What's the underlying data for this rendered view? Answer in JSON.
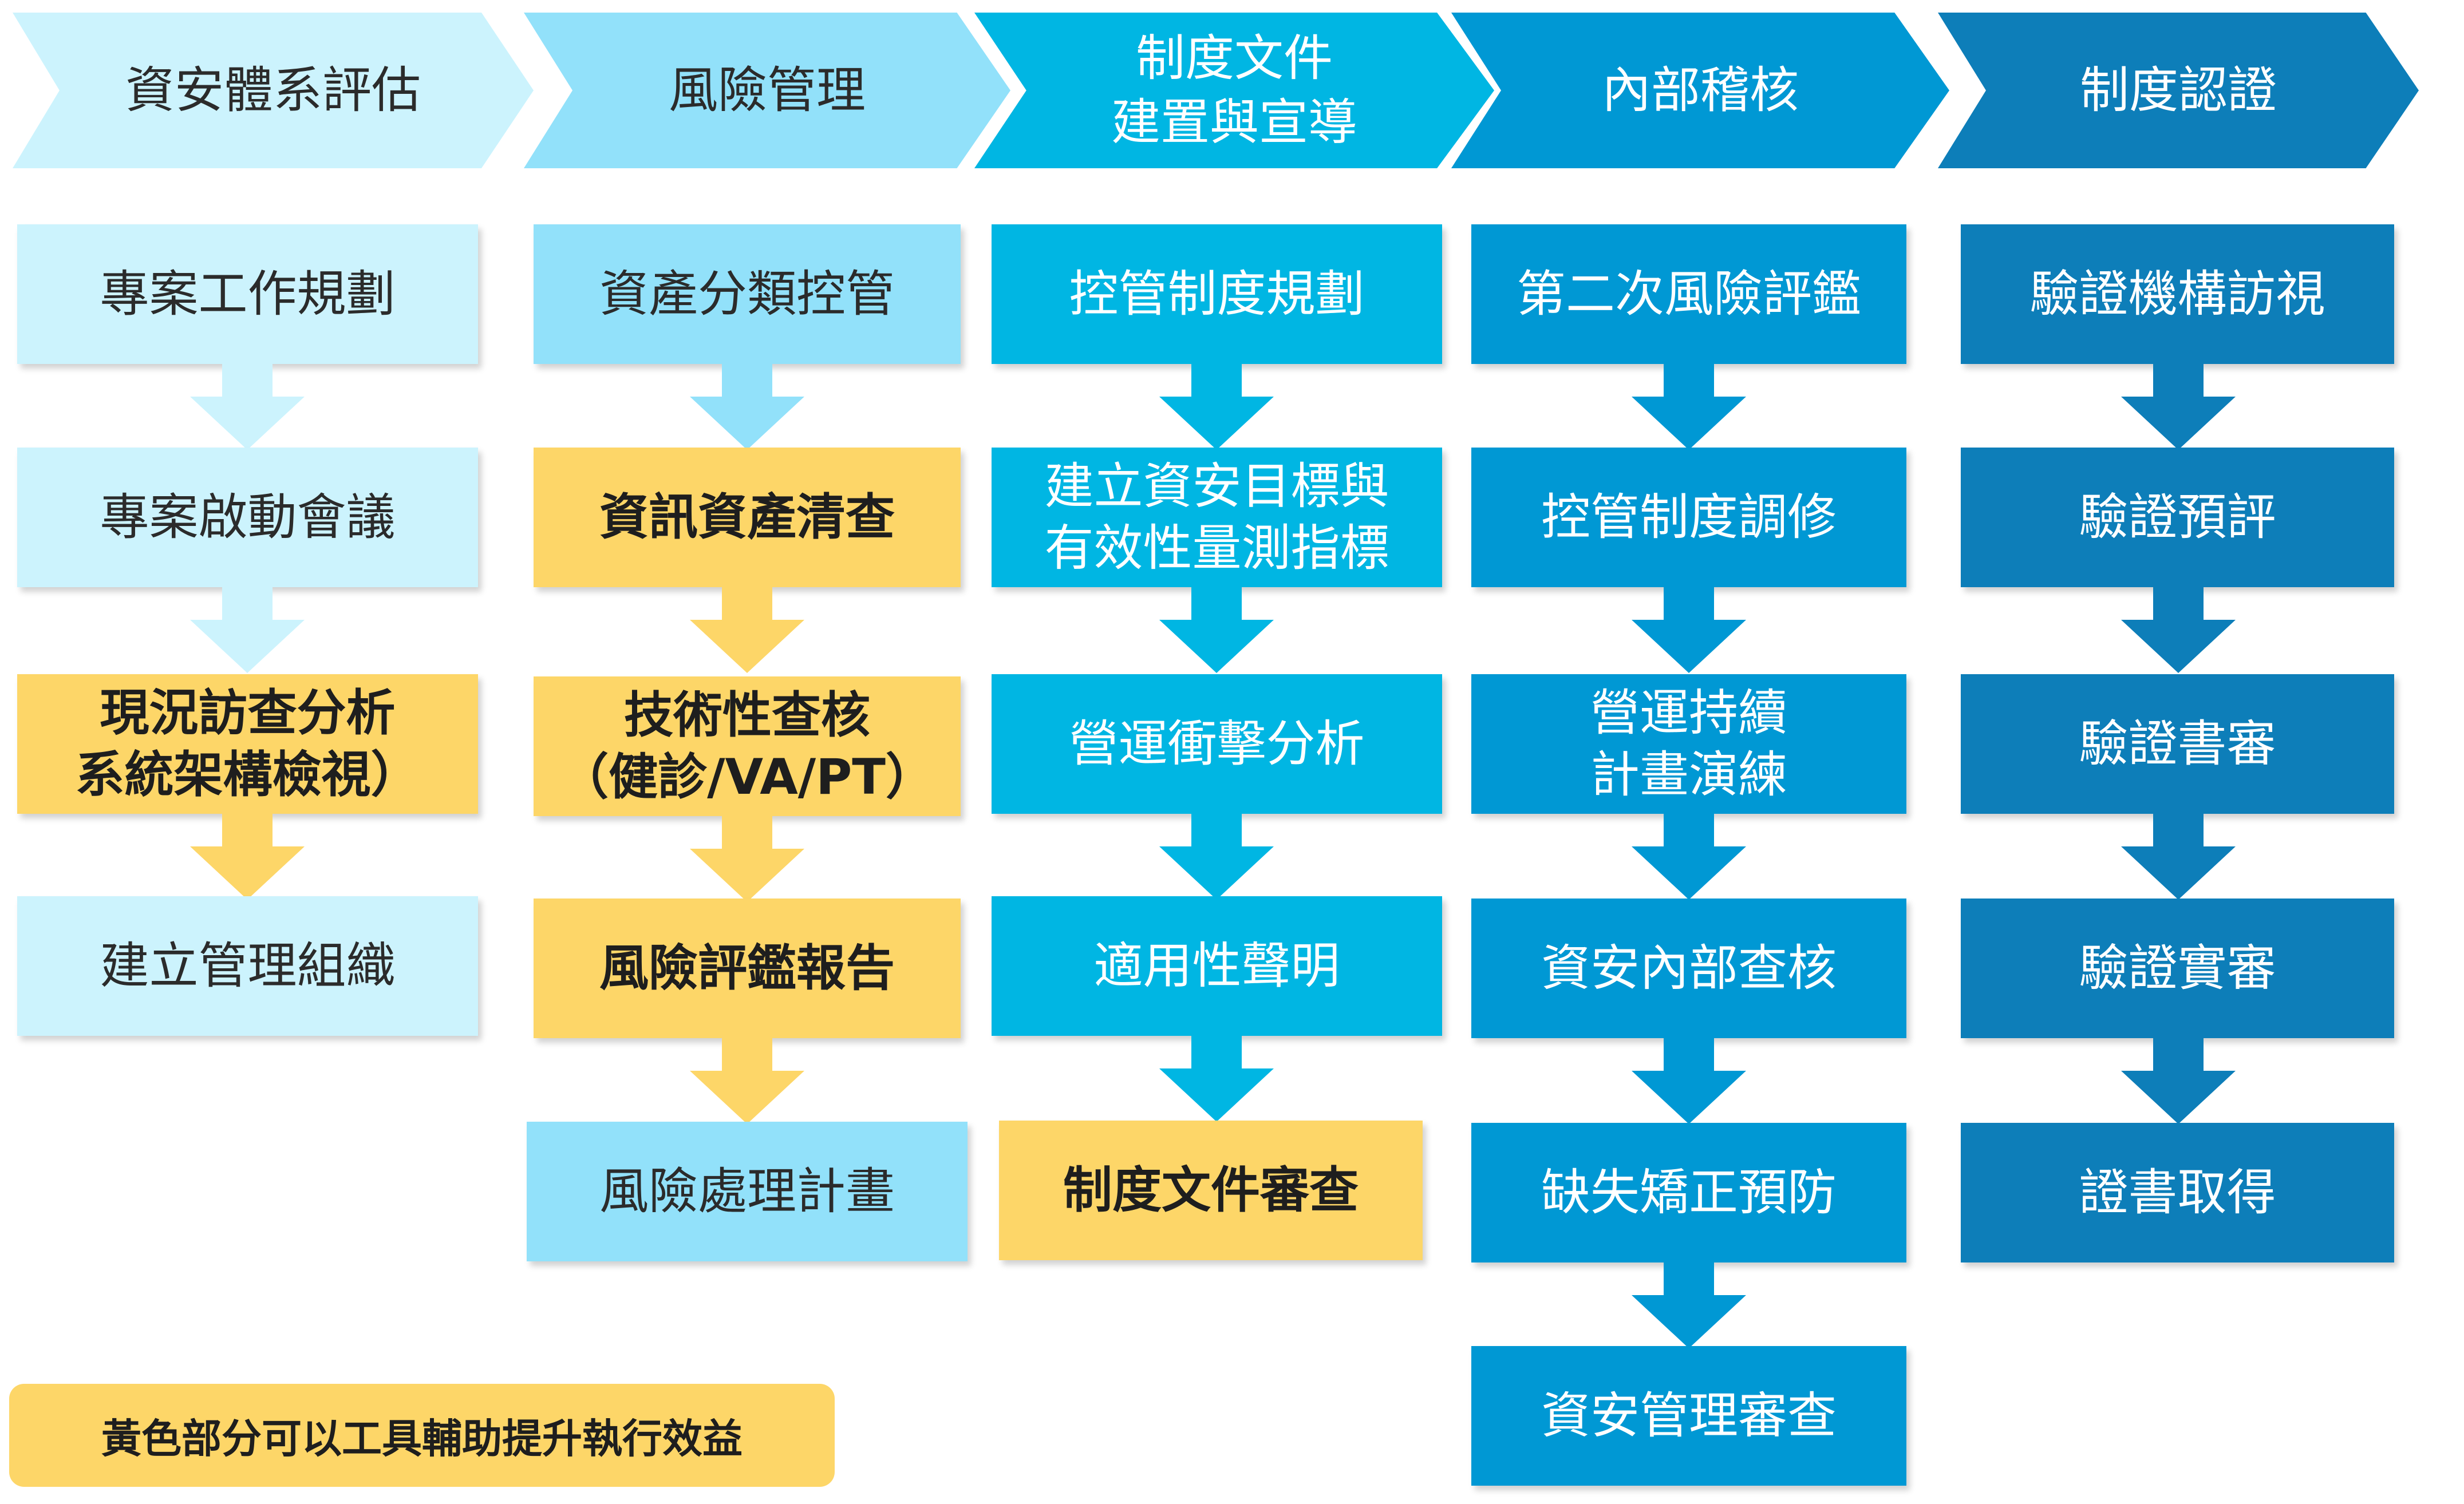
{
  "colors": {
    "col1": "#ccf3fd",
    "col2": "#92e1fa",
    "col3": "#00b6e3",
    "col4": "#0098d4",
    "col5": "#0d7eb9",
    "yellow": "#fdd668"
  },
  "phases": [
    "資安體系評估",
    "風險管理",
    "制度文件\n建置與宣導",
    "內部稽核",
    "制度認證"
  ],
  "columns": [
    {
      "steps": [
        "專案工作規劃",
        "專案啟動會議",
        "現況訪查分析\n系統架構檢視）",
        "建立管理組織"
      ]
    },
    {
      "steps": [
        "資產分類控管",
        "資訊資產清查",
        "技術性查核\n（健診/VA/PT）",
        "風險評鑑報告",
        "風險處理計畫"
      ]
    },
    {
      "steps": [
        "控管制度規劃",
        "建立資安目標與\n有效性量測指標",
        "營運衝擊分析",
        "適用性聲明",
        "制度文件審查"
      ]
    },
    {
      "steps": [
        "第二次風險評鑑",
        "控管制度調修",
        "營運持續\n計畫演練",
        "資安內部查核",
        "缺失矯正預防",
        "資安管理審查"
      ]
    },
    {
      "steps": [
        "驗證機構訪視",
        "驗證預評",
        "驗證書審",
        "驗證實審",
        "證書取得"
      ]
    }
  ],
  "note": "黃色部分可以工具輔助提升執行效益"
}
